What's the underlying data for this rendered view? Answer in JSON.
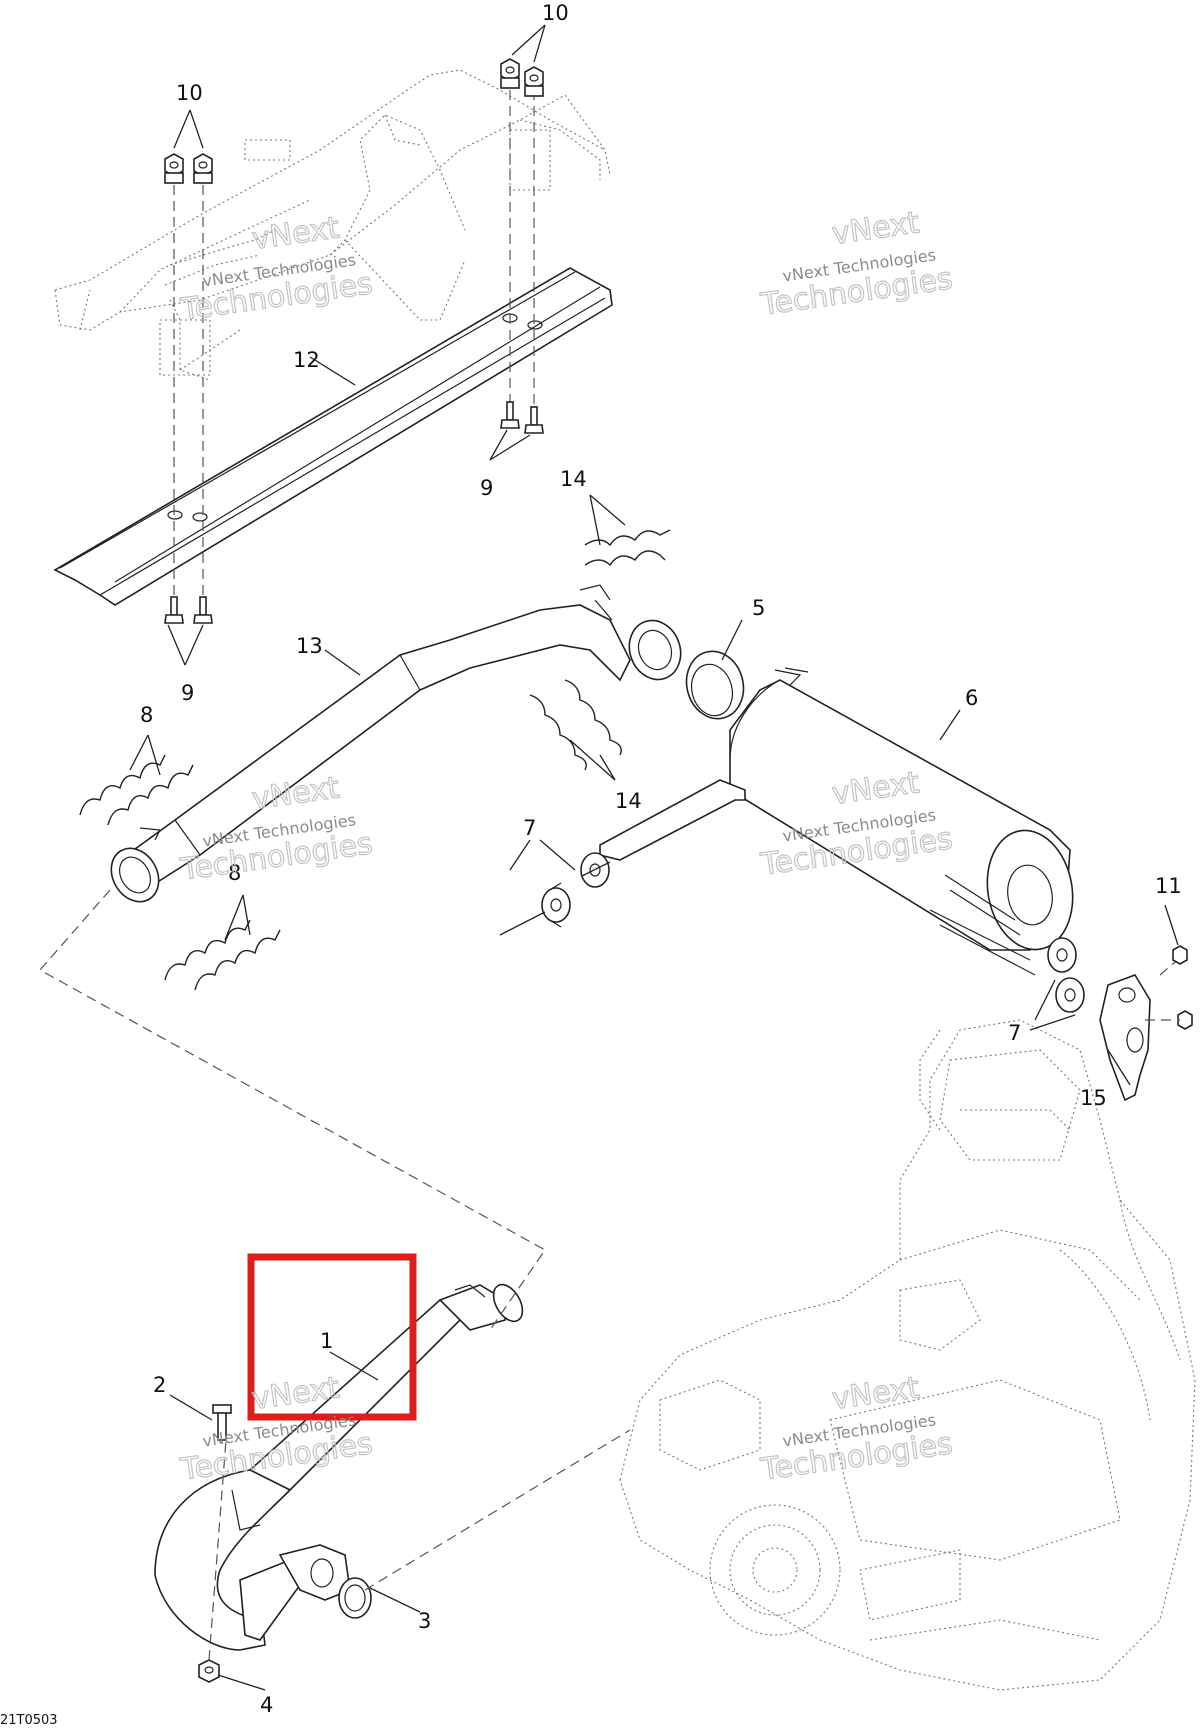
{
  "reference_code": "21T0503",
  "watermark": {
    "line1": "vNext Technologies",
    "line2": "vNext",
    "line3": "Technologies"
  },
  "highlight_color": "#e01b1b",
  "callouts": {
    "c1": "1",
    "c2": "2",
    "c3": "3",
    "c4": "4",
    "c5": "5",
    "c6": "6",
    "c7a": "7",
    "c7b": "7",
    "c8a": "8",
    "c8b": "8",
    "c9a": "9",
    "c9b": "9",
    "c10a": "10",
    "c10b": "10",
    "c11": "11",
    "c12": "12",
    "c13": "13",
    "c14a": "14",
    "c14b": "14",
    "c15": "15"
  }
}
